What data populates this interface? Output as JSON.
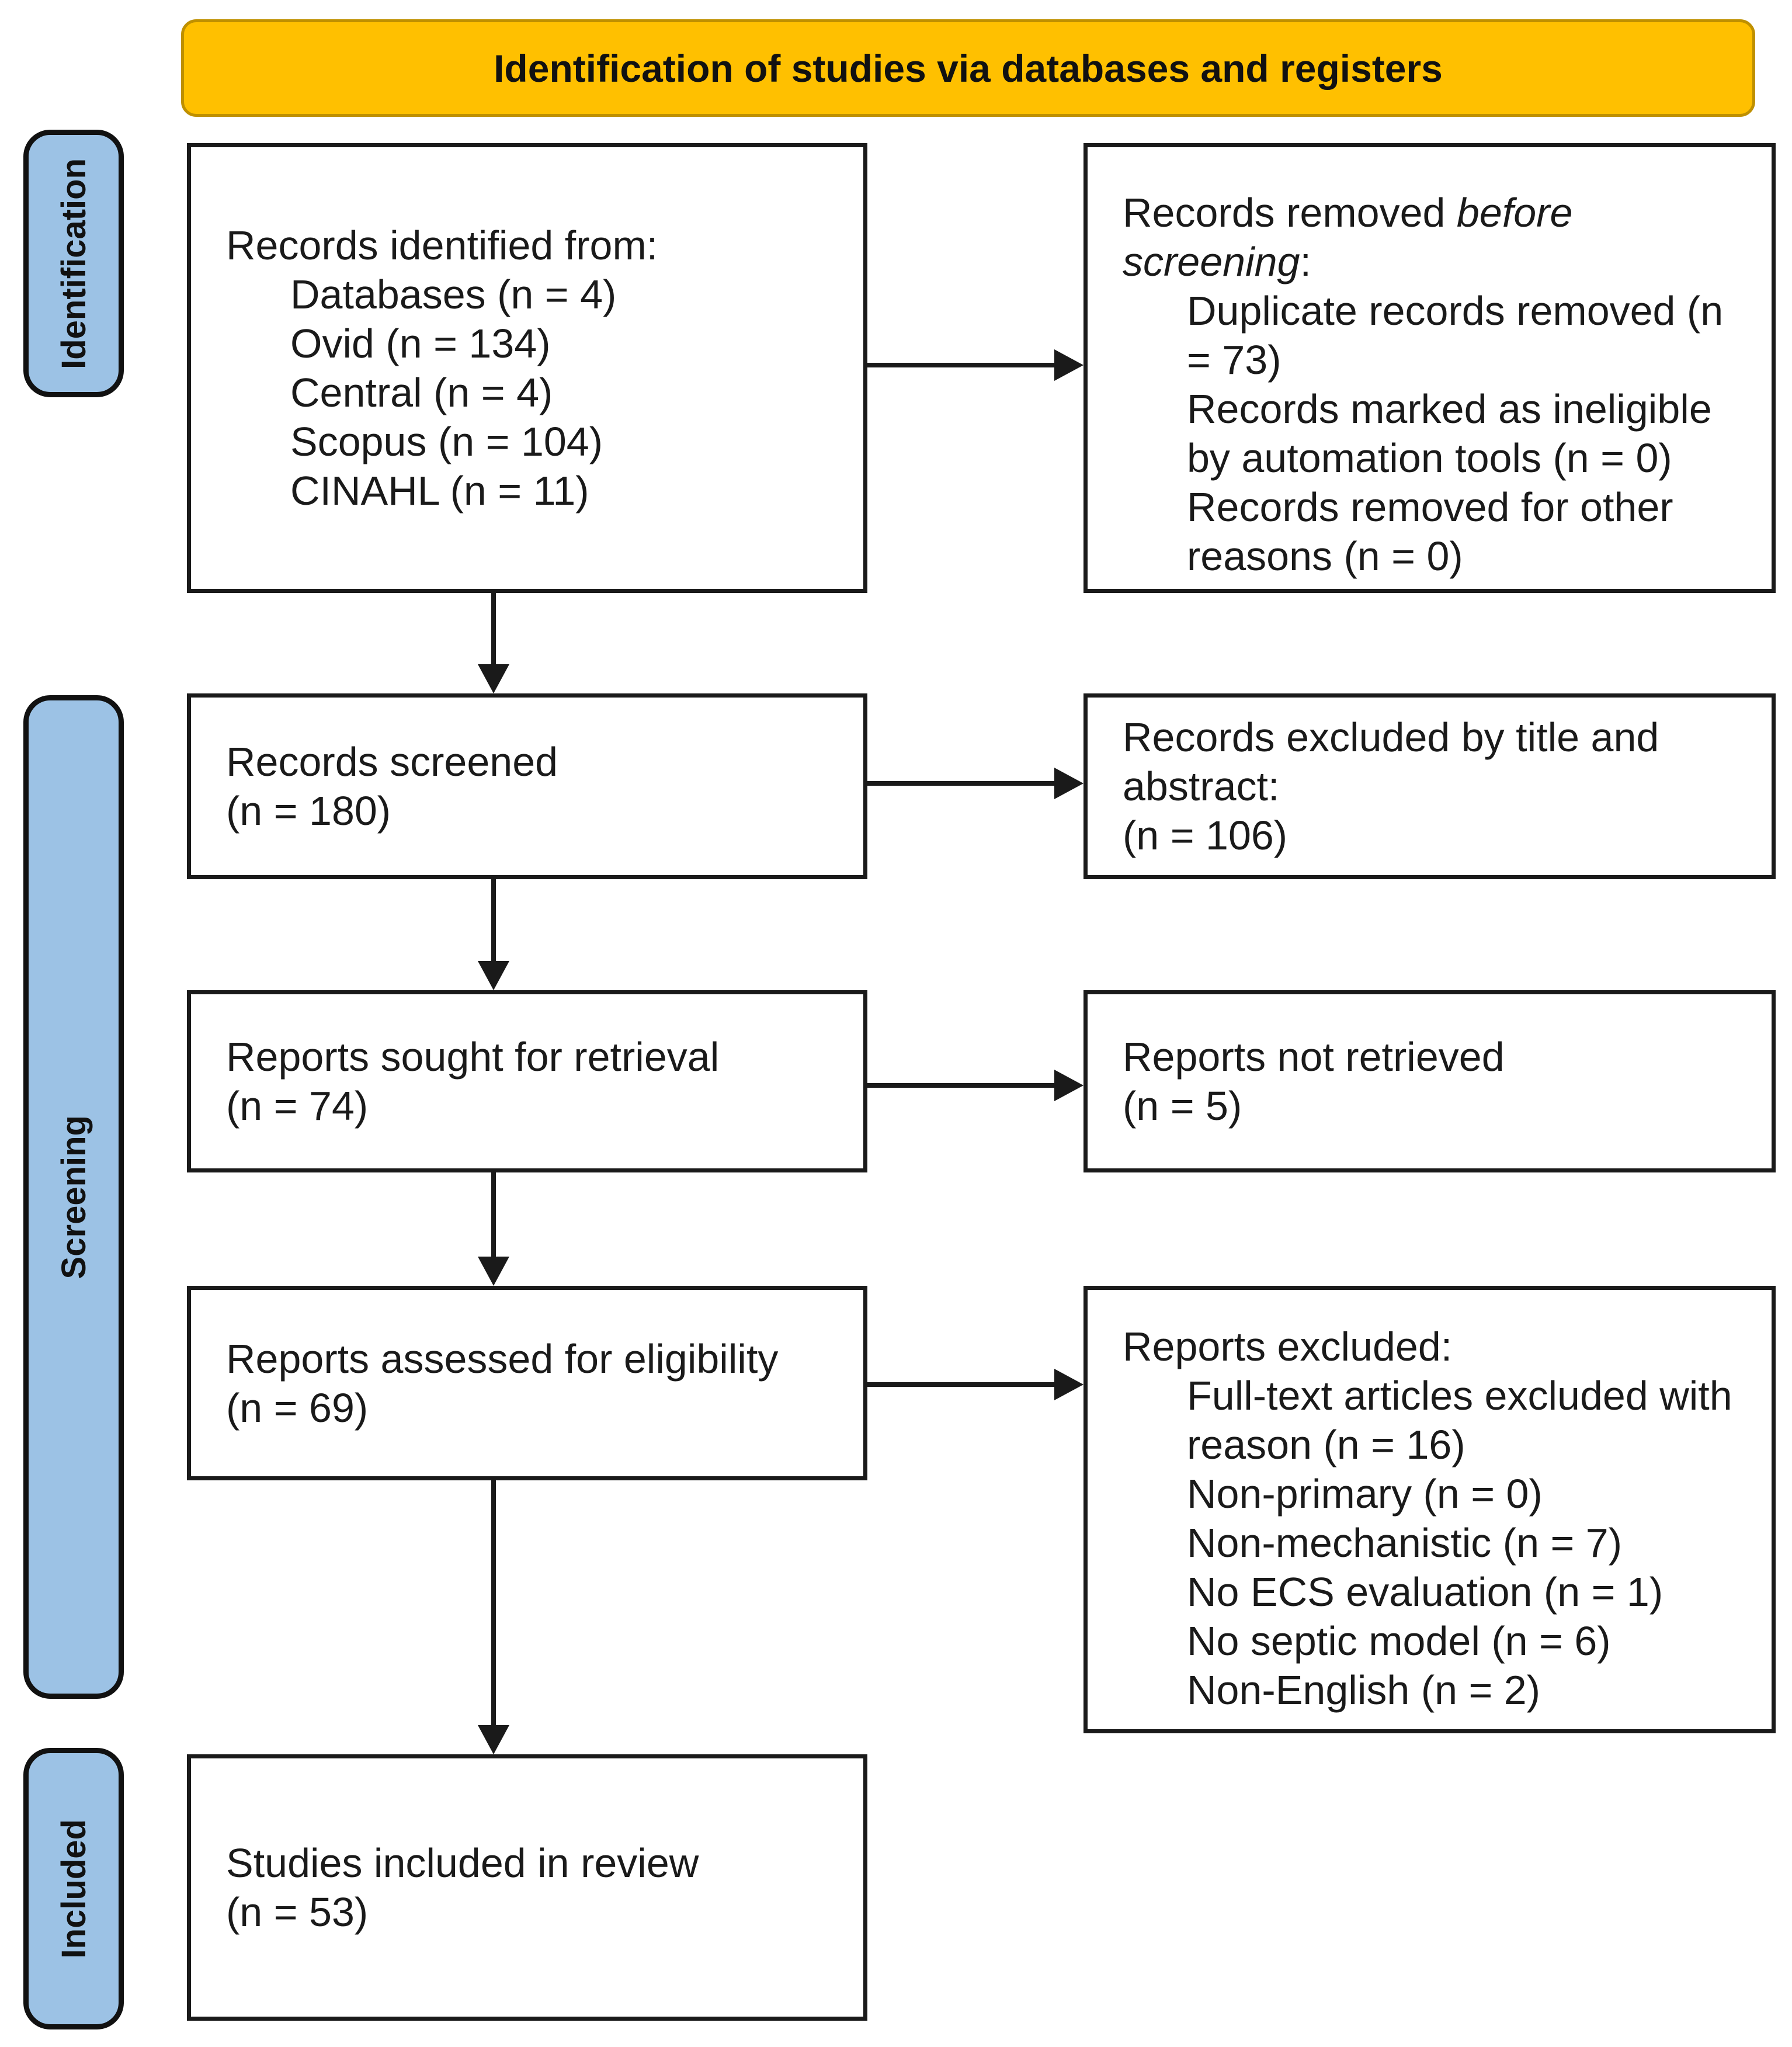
{
  "banner": {
    "title": "Identification of studies via databases and registers"
  },
  "stages": {
    "identification": "Identification",
    "screening": "Screening",
    "included": "Included"
  },
  "boxes": {
    "records_identified": {
      "title": "Records identified from:",
      "items": [
        "Databases (n = 4)",
        "Ovid (n = 134)",
        "Central (n = 4)",
        "Scopus (n = 104)",
        "CINAHL (n = 11)"
      ]
    },
    "records_removed": {
      "title_prefix": "Records removed ",
      "title_emphasis_line1": "before",
      "title_emphasis_line2": "screening",
      "title_suffix": ":",
      "items": [
        "Duplicate records removed (n = 73)",
        "Records marked as ineligible by automation tools (n = 0)",
        "Records removed for other reasons (n = 0)"
      ]
    },
    "records_screened": {
      "line1": "Records screened",
      "line2": "(n = 180)"
    },
    "records_excluded": {
      "line1": "Records excluded by title and abstract:",
      "line2": "(n = 106)"
    },
    "reports_sought": {
      "line1": "Reports sought for retrieval",
      "line2": "(n = 74)"
    },
    "reports_not_retrieved": {
      "line1": "Reports not retrieved",
      "line2": "(n = 5)"
    },
    "reports_assessed": {
      "line1": "Reports assessed for eligibility",
      "line2": "(n = 69)"
    },
    "reports_excluded": {
      "title": "Reports excluded:",
      "items": [
        "Full-text articles excluded with reason (n = 16)",
        "Non-primary (n = 0)",
        "Non-mechanistic (n = 7)",
        "No ECS evaluation (n = 1)",
        "No septic model (n = 6)",
        "Non-English (n = 2)"
      ]
    },
    "studies_included": {
      "line1": "Studies included in review",
      "line2": "(n = 53)"
    }
  },
  "colors": {
    "banner_fill": "#FFC000",
    "banner_border": "#BF9000",
    "stage_fill": "#9CC2E5",
    "line": "#1A1A1A"
  }
}
